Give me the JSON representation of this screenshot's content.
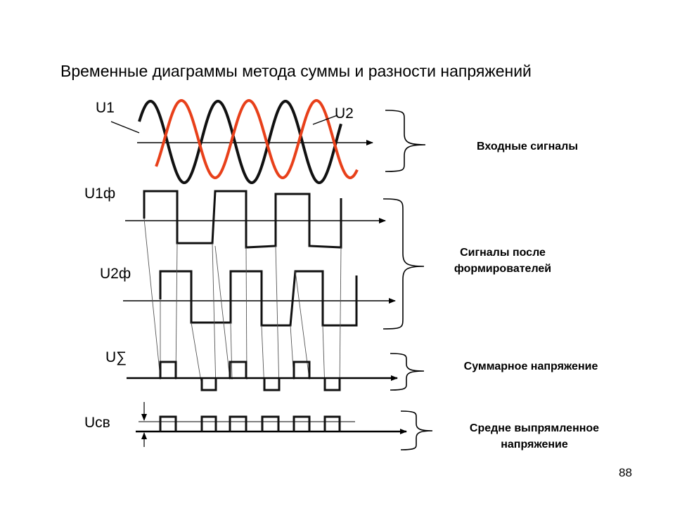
{
  "title": "Временные диаграммы метода суммы и разности напряжений",
  "signals": {
    "u1": "U1",
    "u2": "U2",
    "u1f": "U1ф",
    "u2f": "U2ф",
    "usum": "U∑",
    "usv": "Uсв"
  },
  "descriptions": {
    "inputs": "Входные сигналы",
    "shaped_line1": "Сигналы после",
    "shaped_line2": "формирователей",
    "sum": "Суммарное напряжение",
    "rect_line1": "Средне выпрямленное",
    "rect_line2": "напряжение"
  },
  "page_number": "88",
  "colors": {
    "u1_wave": "#111111",
    "u2_wave": "#e8401a"
  }
}
